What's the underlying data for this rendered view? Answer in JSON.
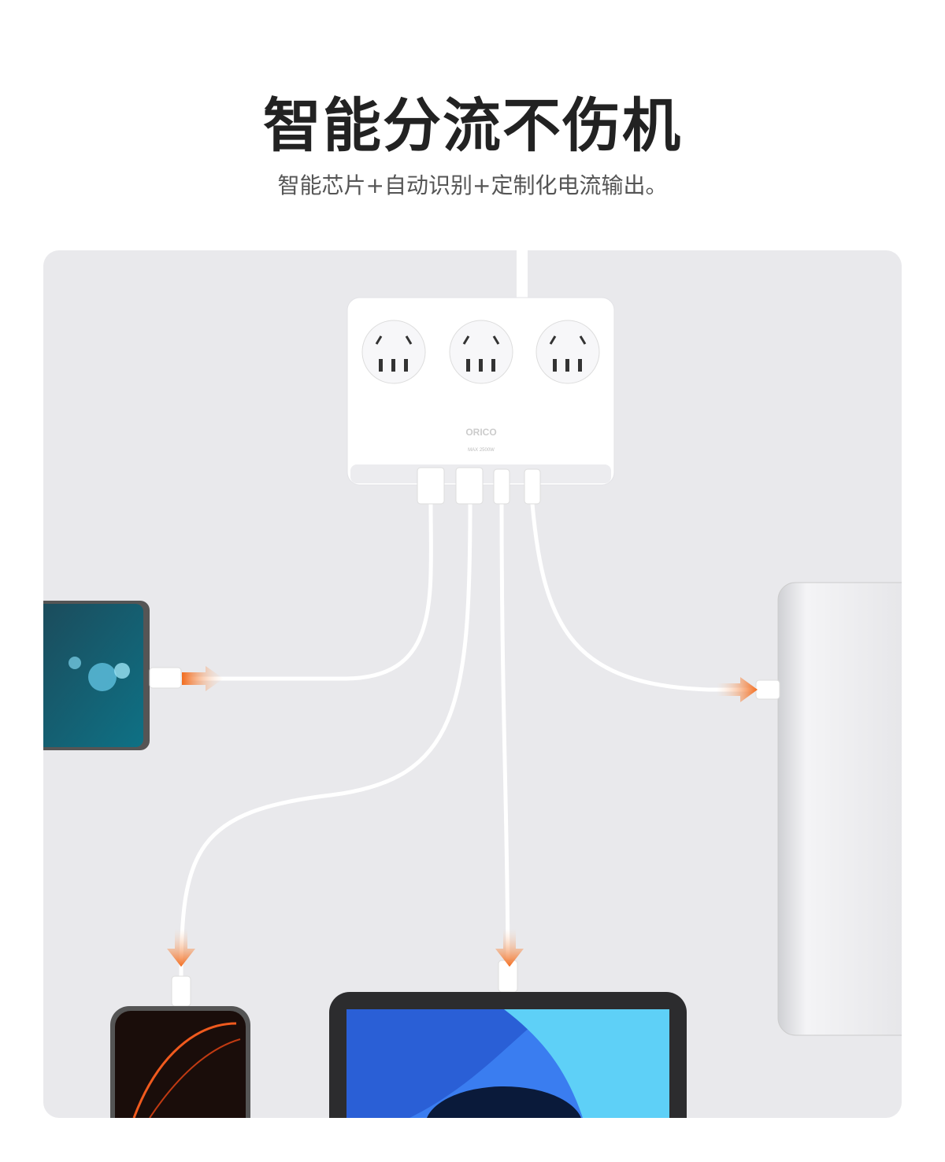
{
  "header": {
    "title": "智能分流不伤机",
    "subtitle": "智能芯片+自动识别+定制化电流输出。"
  },
  "product": {
    "brand": "ORICO",
    "rating": "MAX 2500W"
  },
  "colors": {
    "arrow": "#f26b1d",
    "panel": "#e9e9ec"
  }
}
